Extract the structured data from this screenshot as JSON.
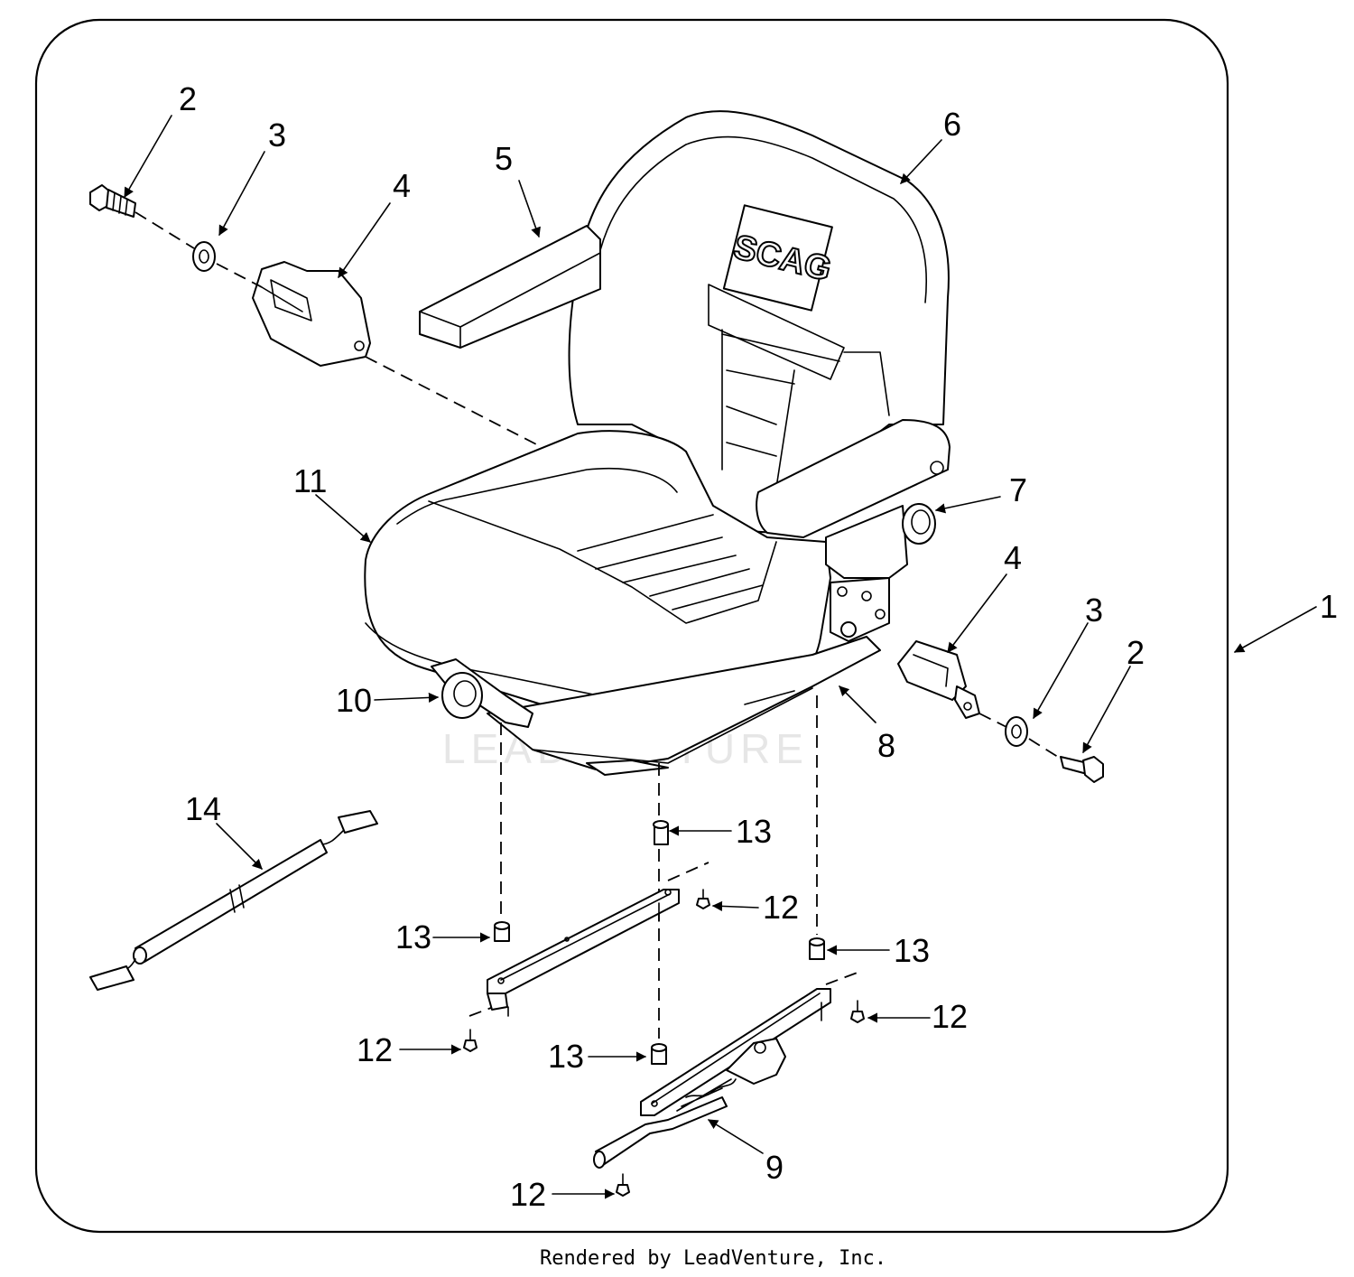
{
  "diagram": {
    "brand_mark": "SCAG",
    "watermark": "LEADVENTURE",
    "footer": "Rendered by LeadVenture, Inc.",
    "callouts": {
      "c1": "1",
      "c2a": "2",
      "c2b": "2",
      "c3a": "3",
      "c3b": "3",
      "c4a": "4",
      "c4b": "4",
      "c5": "5",
      "c6": "6",
      "c7": "7",
      "c8": "8",
      "c9": "9",
      "c10": "10",
      "c11": "11",
      "c12a": "12",
      "c12b": "12",
      "c12c": "12",
      "c12d": "12",
      "c13a": "13",
      "c13b": "13",
      "c13c": "13",
      "c13d": "13",
      "c14": "14"
    }
  }
}
